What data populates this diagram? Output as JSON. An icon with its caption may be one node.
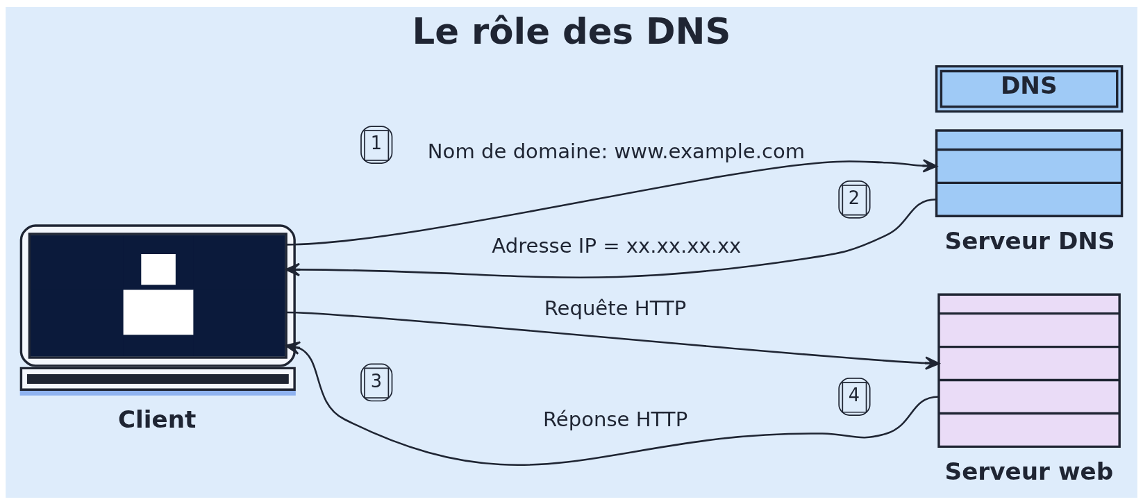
{
  "diagram": {
    "title": "Le rôle des DNS",
    "nodes": [
      {
        "text": [
          "Client"
        ]
      },
      {
        "text": [
          "DNS",
          "Serveur DNS"
        ]
      },
      {
        "text": [
          "Serveur web"
        ]
      }
    ],
    "edges": [
      {
        "from": 0,
        "to": 1,
        "arrow": "to",
        "label": "Nom de domaine: www.example.com"
      },
      {
        "from": 1,
        "to": 0,
        "arrow": "to",
        "label": "Adresse IP = xx.xx.xx.xx"
      },
      {
        "from": 0,
        "to": 2,
        "arrow": "to",
        "label": "Requête HTTP"
      },
      {
        "from": 2,
        "to": 0,
        "arrow": "to",
        "label": "Réponse HTTP"
      }
    ],
    "labels": [
      "1",
      "2",
      "3",
      "4"
    ]
  }
}
